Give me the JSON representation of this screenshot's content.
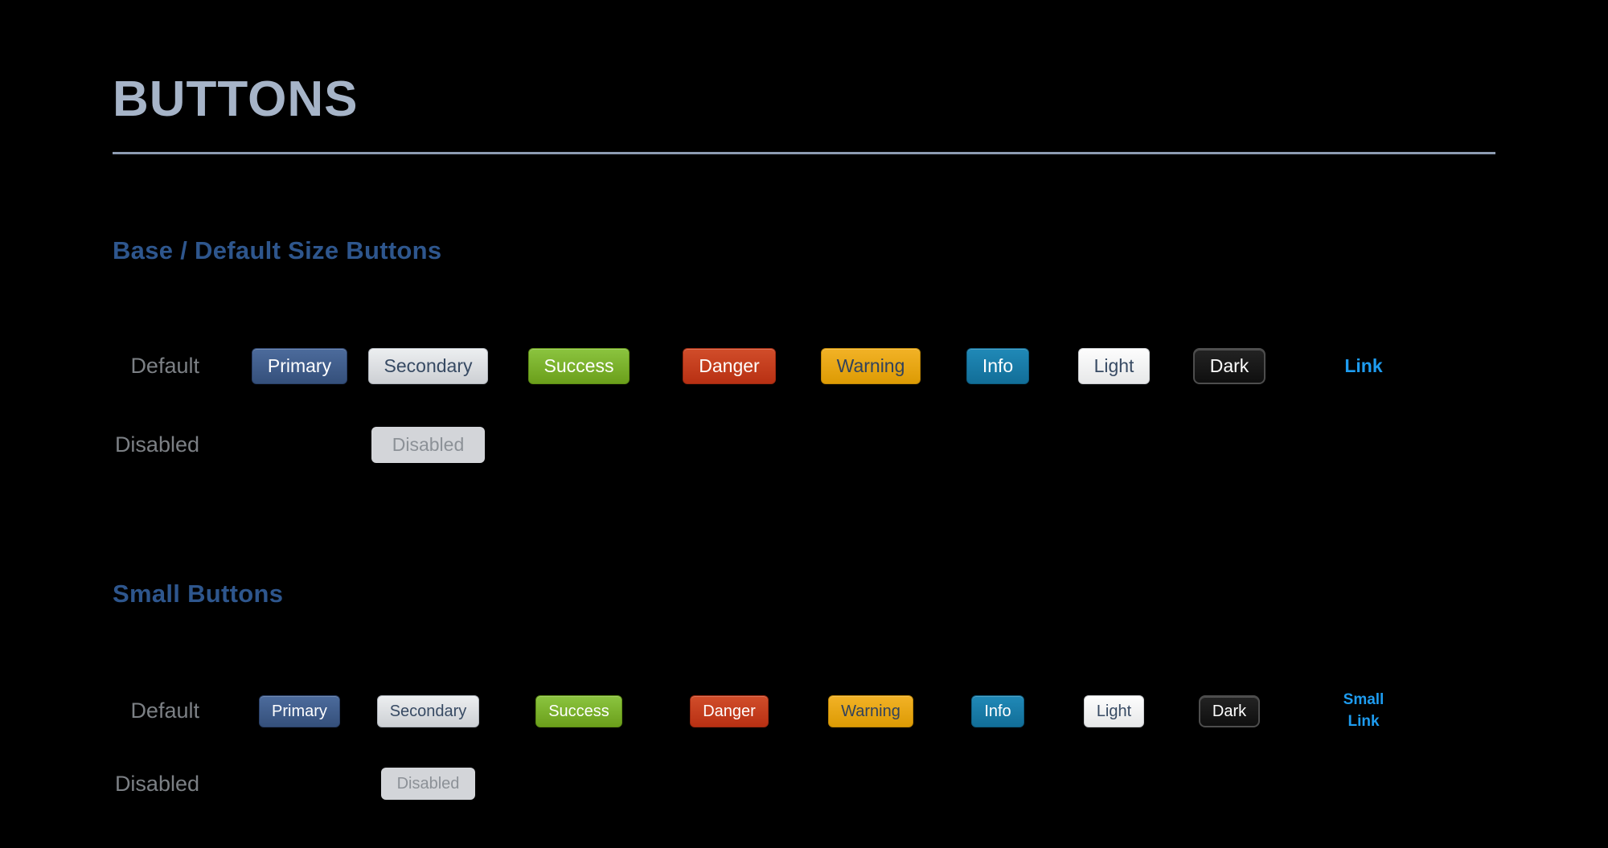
{
  "page": {
    "title": "BUTTONS"
  },
  "theme": {
    "background": "#000000",
    "title_color": "#a6b4c8",
    "divider_color": "#8d9cb2",
    "heading_color": "#2e568d",
    "label_color": "#7c8085",
    "link_color": "#1e9cf0",
    "variants": {
      "primary": "#3e5c8a",
      "secondary": "#d9dbde",
      "success": "#79af2b",
      "danger": "#c53f1e",
      "warning": "#e9a614",
      "info": "#187ba7",
      "light": "#f2f3f4",
      "dark": "#1a1a1a",
      "disabled_bg": "#d3d5d9",
      "disabled_text": "#8c9197"
    }
  },
  "sections": [
    {
      "heading": "Base / Default Size Buttons",
      "rows": [
        {
          "label": "Default",
          "buttons": [
            {
              "label": "Primary",
              "variant": "primary"
            },
            {
              "label": "Secondary",
              "variant": "secondary"
            },
            {
              "label": "Success",
              "variant": "success"
            },
            {
              "label": "Danger",
              "variant": "danger"
            },
            {
              "label": "Warning",
              "variant": "warning"
            },
            {
              "label": "Info",
              "variant": "info"
            },
            {
              "label": "Light",
              "variant": "light"
            },
            {
              "label": "Dark",
              "variant": "dark"
            },
            {
              "label": "Link",
              "variant": "link"
            }
          ]
        },
        {
          "label": "Disabled",
          "buttons": [
            {
              "label": "Disabled",
              "variant": "disabled"
            }
          ]
        }
      ]
    },
    {
      "heading": "Small Buttons",
      "rows": [
        {
          "label": "Default",
          "buttons": [
            {
              "label": "Primary",
              "variant": "primary"
            },
            {
              "label": "Secondary",
              "variant": "secondary"
            },
            {
              "label": "Success",
              "variant": "success"
            },
            {
              "label": "Danger",
              "variant": "danger"
            },
            {
              "label": "Warning",
              "variant": "warning"
            },
            {
              "label": "Info",
              "variant": "info"
            },
            {
              "label": "Light",
              "variant": "light"
            },
            {
              "label": "Dark",
              "variant": "dark"
            },
            {
              "label": "Small Link",
              "variant": "link"
            }
          ]
        },
        {
          "label": "Disabled",
          "buttons": [
            {
              "label": "Disabled",
              "variant": "disabled"
            }
          ]
        }
      ]
    }
  ]
}
